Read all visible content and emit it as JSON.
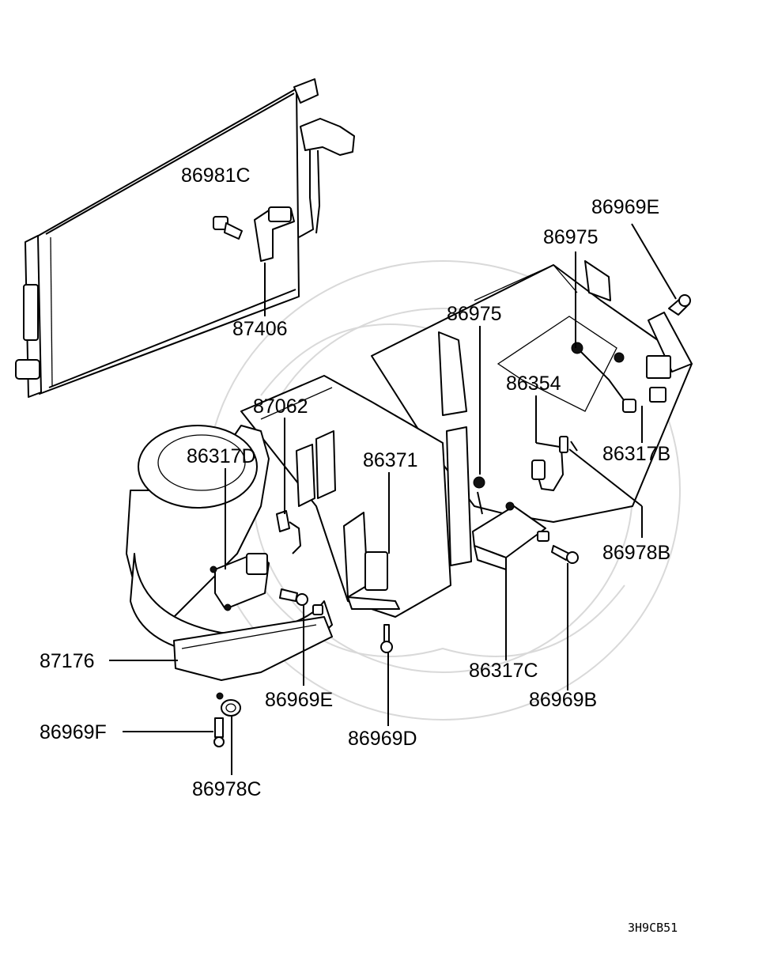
{
  "callouts": [
    {
      "id": "c1",
      "text": "86981C"
    },
    {
      "id": "c2",
      "text": "87406"
    },
    {
      "id": "c3",
      "text": "86969E"
    },
    {
      "id": "c4",
      "text": "86975"
    },
    {
      "id": "c5",
      "text": "86975"
    },
    {
      "id": "c6",
      "text": "86354"
    },
    {
      "id": "c7",
      "text": "86317B"
    },
    {
      "id": "c8",
      "text": "87062"
    },
    {
      "id": "c9",
      "text": "86317D"
    },
    {
      "id": "c10",
      "text": "86371"
    },
    {
      "id": "c11",
      "text": "86978B"
    },
    {
      "id": "c12",
      "text": "87176"
    },
    {
      "id": "c13",
      "text": "86317C"
    },
    {
      "id": "c14",
      "text": "86969E"
    },
    {
      "id": "c15",
      "text": "86969B"
    },
    {
      "id": "c16",
      "text": "86969F"
    },
    {
      "id": "c17",
      "text": "86969D"
    },
    {
      "id": "c18",
      "text": "86978C"
    }
  ],
  "drawing_code": "3H9CB51"
}
